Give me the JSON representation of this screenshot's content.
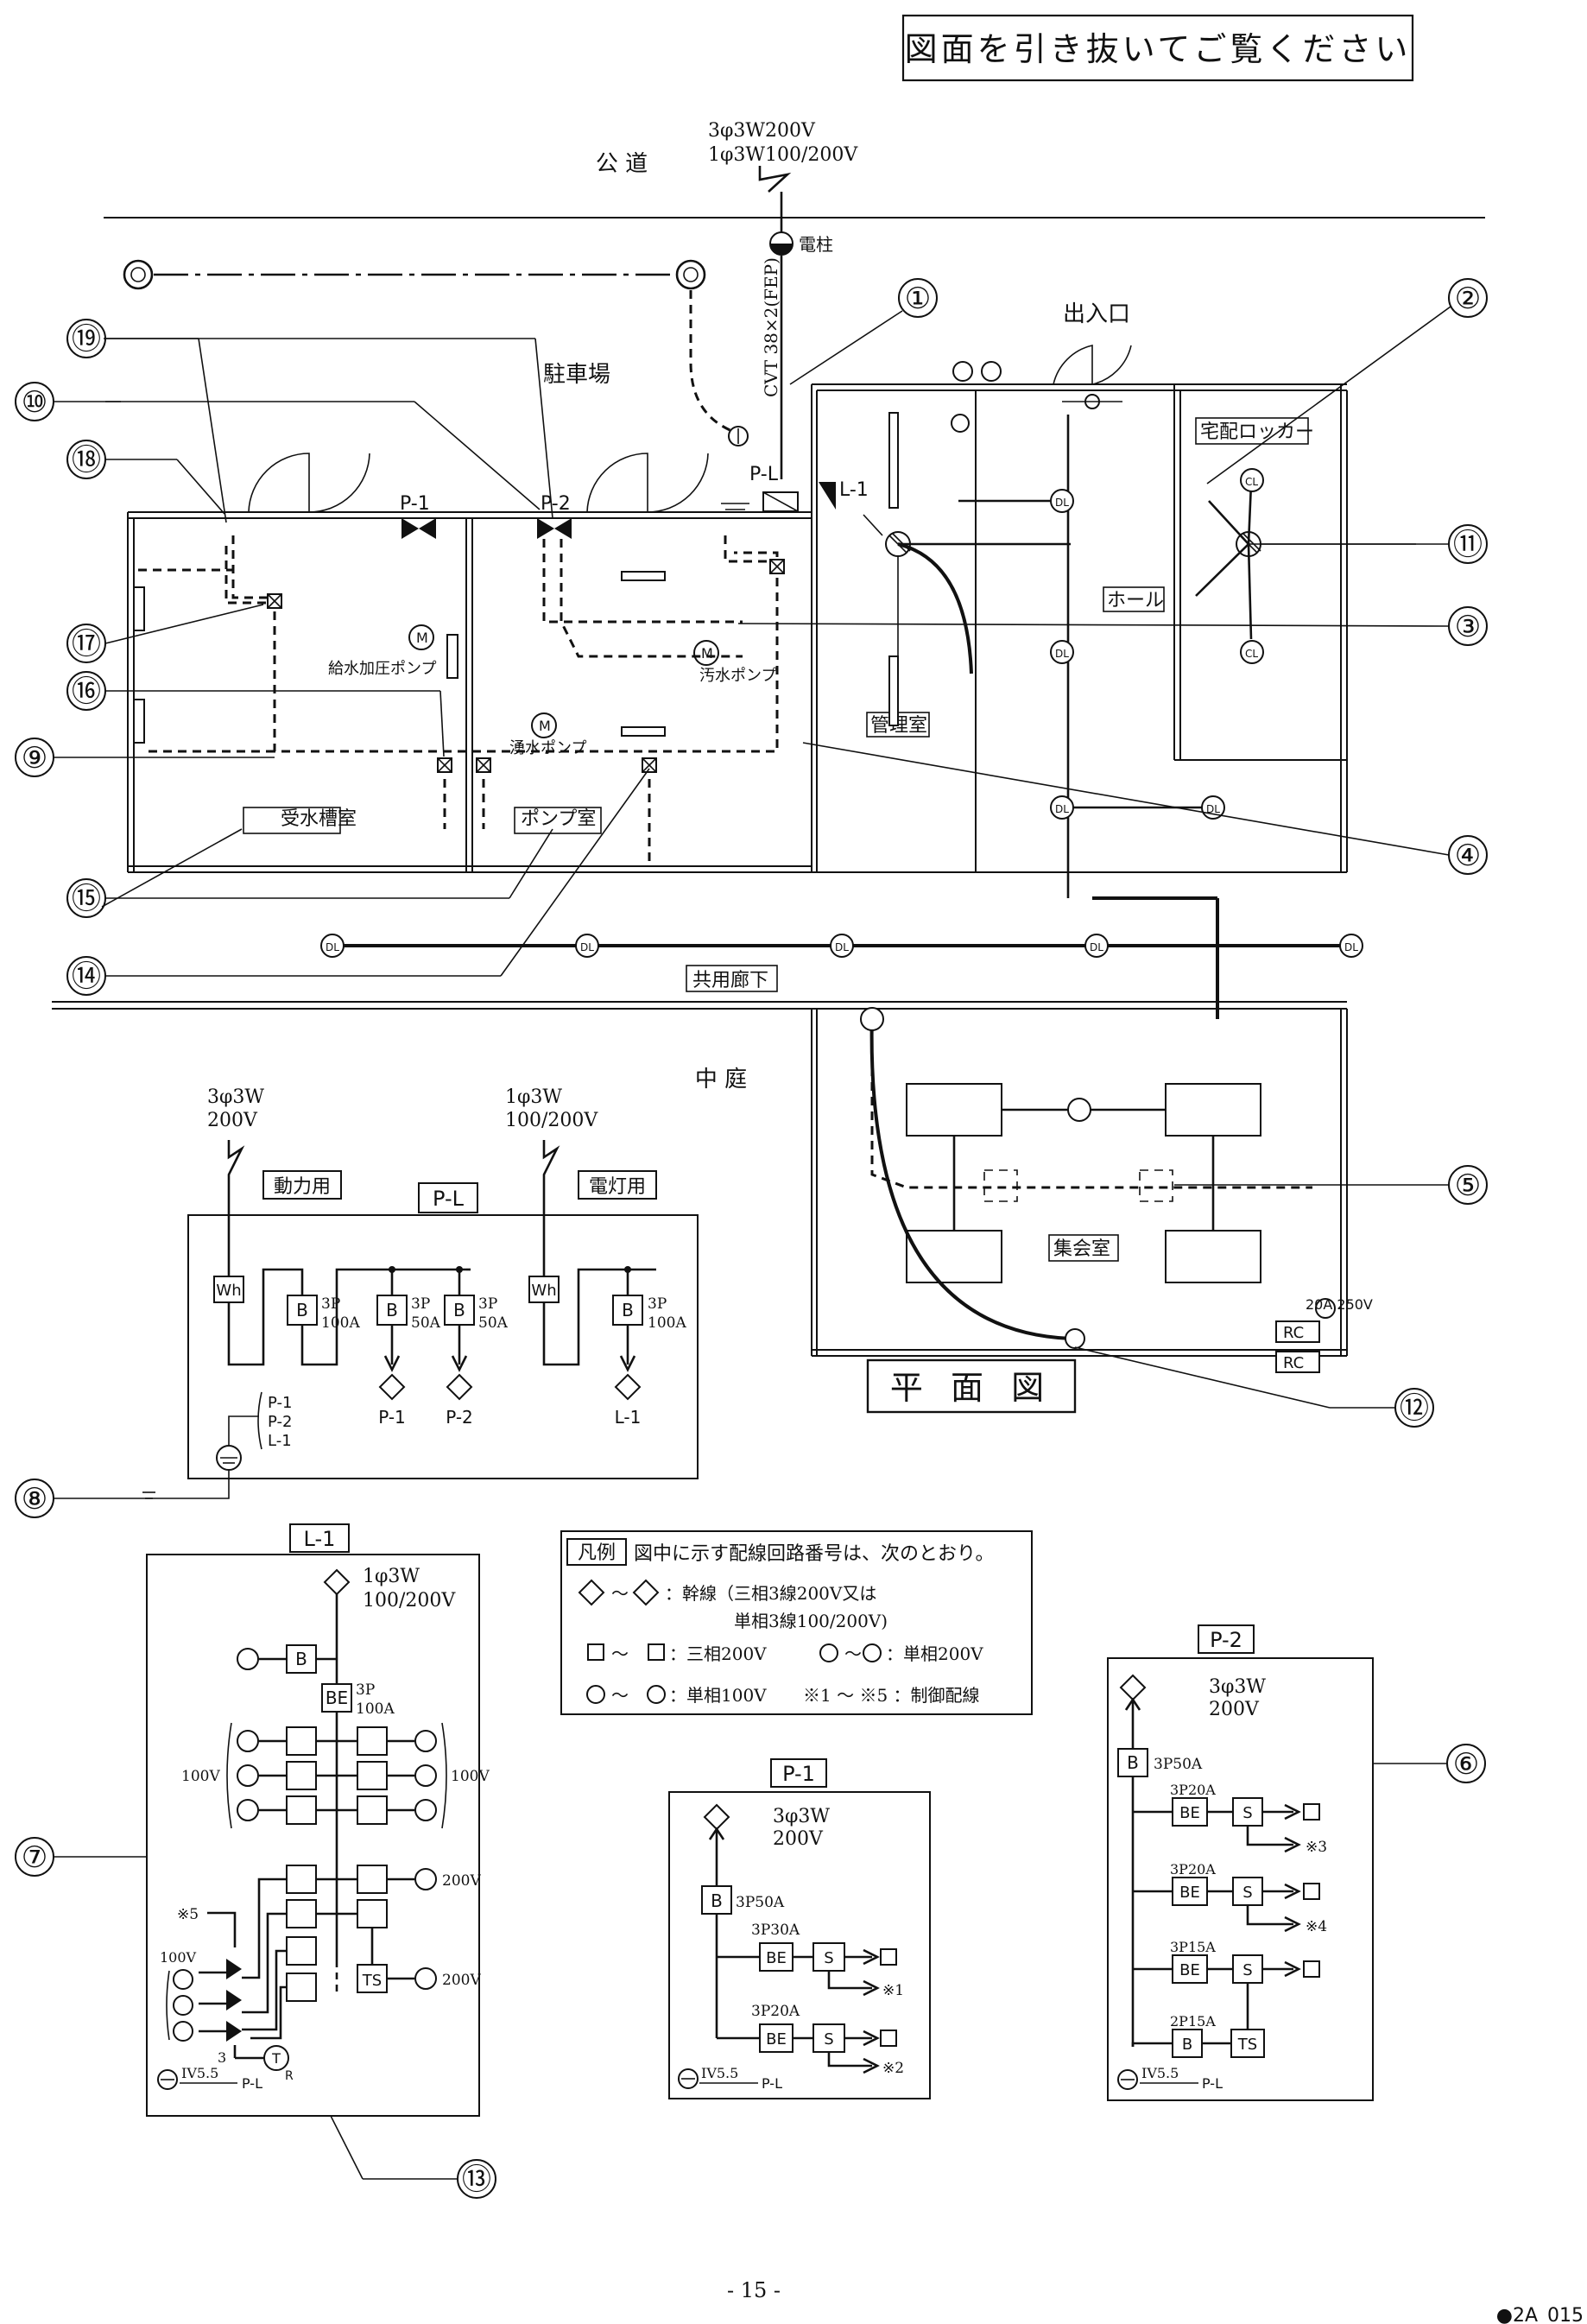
{
  "header": {
    "note": "図面を引き抜いてご覧ください"
  },
  "site": {
    "road": "公 道",
    "supply_1": "3φ3W200V",
    "supply_2": "1φ3W100/200V",
    "pole": "電柱",
    "cable": "CVT 38×2(FEP)",
    "entrance": "出入口",
    "parking": "駐車場",
    "delivery_locker": "宅配ロッカー",
    "hall": "ホール",
    "manager_room": "管理室",
    "tank_room": "受水槽室",
    "pump_room": "ポンプ室",
    "corridor": "共用廊下",
    "courtyard": "中 庭",
    "meeting_room": "集会室",
    "plan_title": "平 面 図",
    "pump_booster": "給水加圧ポンプ",
    "pump_sewage": "汚水ポンプ",
    "pump_spring": "湧水ポンプ",
    "outlet_rating": "20A 250V"
  },
  "callouts": [
    "①",
    "②",
    "③",
    "④",
    "⑤",
    "⑥",
    "⑦",
    "⑧",
    "⑨",
    "⑩",
    "⑪",
    "⑫",
    "⑬",
    "⑭",
    "⑮",
    "⑯",
    "⑰",
    "⑱",
    "⑲"
  ],
  "panel_pl": {
    "title": "P-L",
    "power_label": "動力用",
    "light_label": "電灯用",
    "power_supply_1": "3φ3W",
    "power_supply_2": "200V",
    "light_supply_1": "1φ3W",
    "light_supply_2": "100/200V",
    "wh": "Wh",
    "breaker": "B",
    "main_power_1": "3P",
    "main_power_2": "100A",
    "feeder_1": "3P",
    "feeder_2": "50A",
    "main_light_1": "3P",
    "main_light_2": "100A",
    "out_p1": "P-1",
    "out_p2": "P-2",
    "out_l1": "L-1",
    "ground_list": [
      "P-1",
      "P-2",
      "L-1"
    ]
  },
  "panel_l1": {
    "title": "L-1",
    "supply_1": "1φ3W",
    "supply_2": "100/200V",
    "be": "BE",
    "main_1": "3P",
    "main_2": "100A",
    "v100": "100V",
    "v200": "200V",
    "ts": "TS",
    "ctrl": "※5",
    "count": "3",
    "ground": "IV5.5",
    "to_pl": "P-L",
    "r": "R"
  },
  "legend": {
    "head": "凡例",
    "intro": "図中に示す配線回路番号は、次のとおり。",
    "row1a": "：幹線（三相3線200V又は",
    "row1b": "単相3線100/200V)",
    "row2a": "：三相200V",
    "row2b": "：単相200V",
    "row3a": "：単相100V",
    "row3b": "※1 ～ ※5 ：制御配線",
    "tilde": "～"
  },
  "panel_p1": {
    "title": "P-1",
    "supply_1": "3φ3W",
    "supply_2": "200V",
    "main": "3P50A",
    "br1": "3P30A",
    "br2": "3P20A",
    "s": "S",
    "ctrl1": "※1",
    "ctrl2": "※2"
  },
  "panel_p2": {
    "title": "P-2",
    "supply_1": "3φ3W",
    "supply_2": "200V",
    "main": "3P50A",
    "br1": "3P20A",
    "br2": "3P20A",
    "br3": "3P15A",
    "br4": "2P15A",
    "ctrl3": "※3",
    "ctrl4": "※4"
  },
  "footer": {
    "page": "- 15 -",
    "code": "●2A_015"
  }
}
